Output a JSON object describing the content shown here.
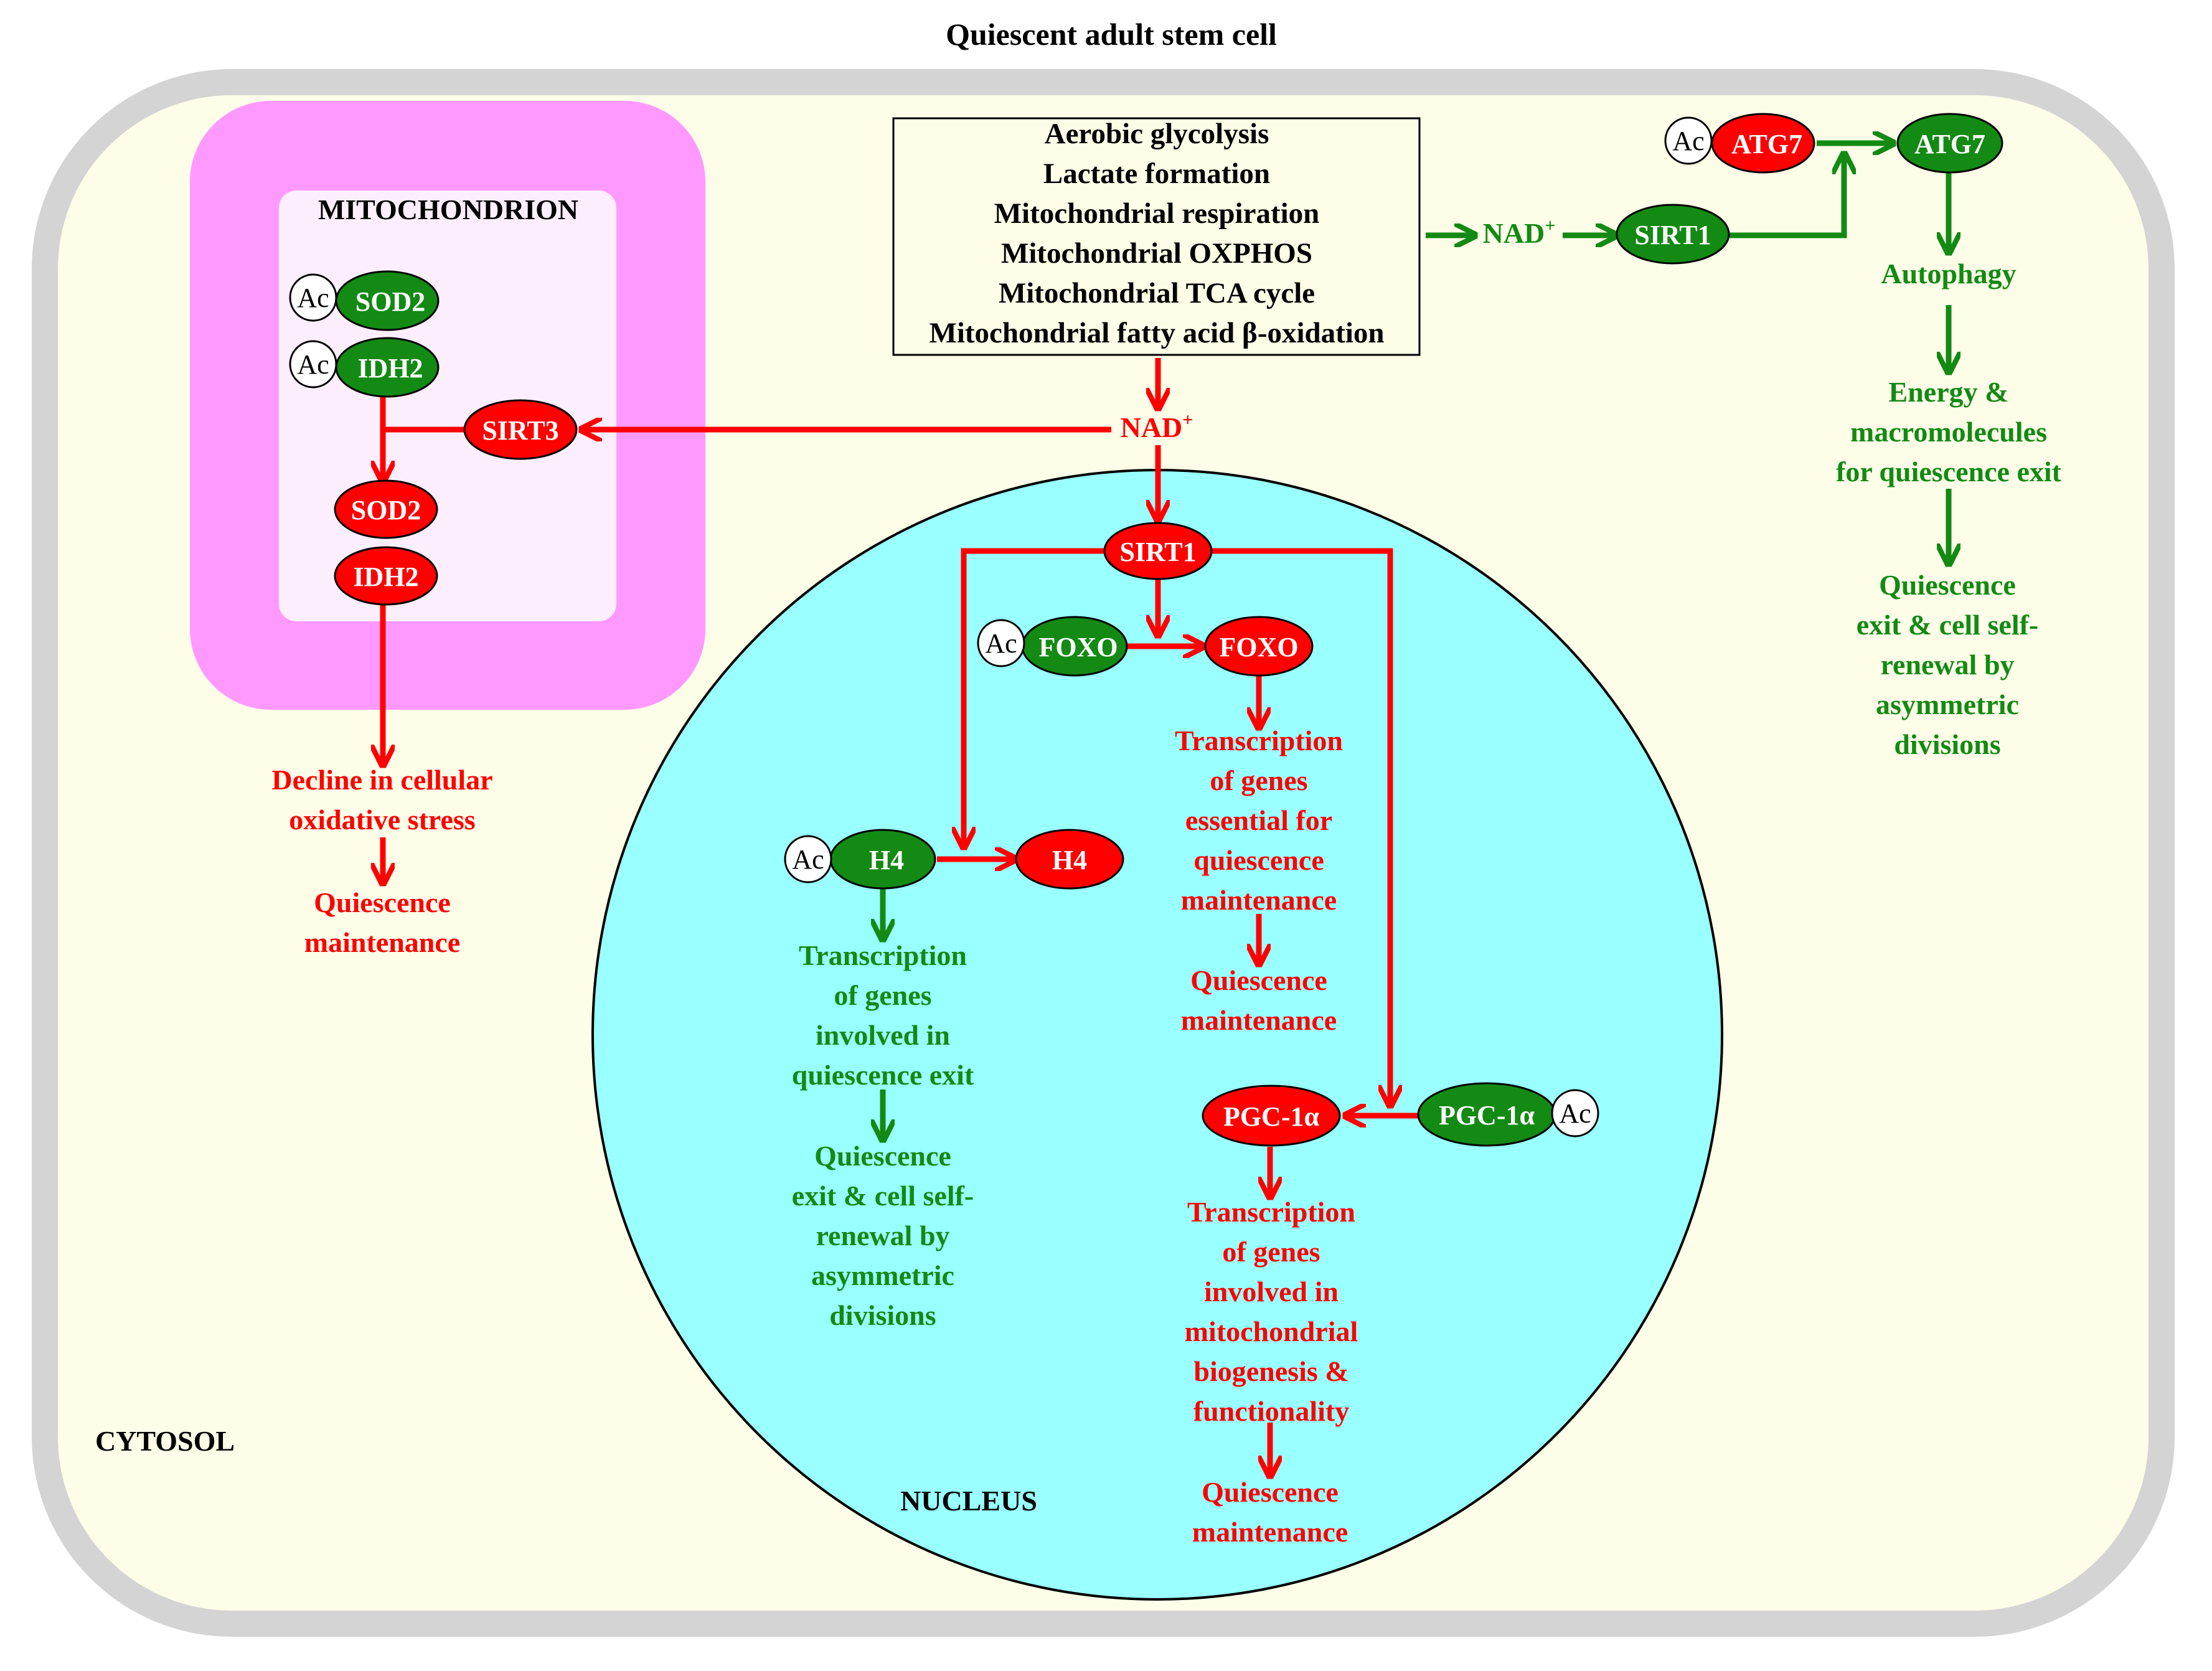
{
  "title": "Quiescent adult stem cell",
  "regions": {
    "cytosol": "CYTOSOL",
    "mitochondrion": "MITOCHONDRION",
    "nucleus": "NUCLEUS"
  },
  "metabolism_box": [
    "Aerobic glycolysis",
    "Lactate formation",
    "Mitochondrial respiration",
    "Mitochondrial OXPHOS",
    "Mitochondrial TCA cycle",
    "Mitochondrial fatty acid β-oxidation"
  ],
  "acetyl_label": "Ac",
  "molecules": {
    "nad_center": "NAD",
    "nad_right": "NAD",
    "nad_superscript": "+",
    "sirt3": "SIRT3",
    "sirt1_cyto": "SIRT1",
    "sirt1_nuc": "SIRT1",
    "sod2_ac": "SOD2",
    "idh2_ac": "IDH2",
    "sod2": "SOD2",
    "idh2": "IDH2",
    "atg7_ac": "ATG7",
    "atg7": "ATG7",
    "foxo_ac": "FOXO",
    "foxo": "FOXO",
    "h4_ac": "H4",
    "h4": "H4",
    "pgc_ac": "PGC-1α",
    "pgc": "PGC-1α"
  },
  "outcomes": {
    "mito_stress": [
      "Decline in cellular",
      "oxidative stress"
    ],
    "mito_quiescence": [
      "Quiescence",
      "maintenance"
    ],
    "autophagy": [
      "Autophagy"
    ],
    "energy": [
      "Energy &",
      "macromolecules",
      "for quiescence exit"
    ],
    "atg_exit": [
      "Quiescence",
      "exit & cell self-",
      "renewal by",
      "asymmetric",
      "divisions"
    ],
    "foxo_transcription": [
      "Transcription",
      "of genes",
      "essential for",
      "quiescence",
      "maintenance"
    ],
    "foxo_quiescence": [
      "Quiescence",
      "maintenance"
    ],
    "h4_transcription": [
      "Transcription",
      "of genes",
      "involved in",
      "quiescence exit"
    ],
    "h4_exit": [
      "Quiescence",
      "exit & cell self-",
      "renewal by",
      "asymmetric",
      "divisions"
    ],
    "pgc_transcription": [
      "Transcription",
      "of genes",
      "involved in",
      "mitochondrial",
      "biogenesis &",
      "functionality"
    ],
    "pgc_quiescence": [
      "Quiescence",
      "maintenance"
    ]
  },
  "colors": {
    "red": "#ff0000",
    "green": "#138a13",
    "cytosol_fill": "#fdfde8",
    "cell_border": "#d4d4d4",
    "mito_outer": "#ff99ff",
    "mito_inner": "#fdeefd",
    "nucleus_fill": "#99ffff",
    "ac_circle": "#ffffff"
  }
}
